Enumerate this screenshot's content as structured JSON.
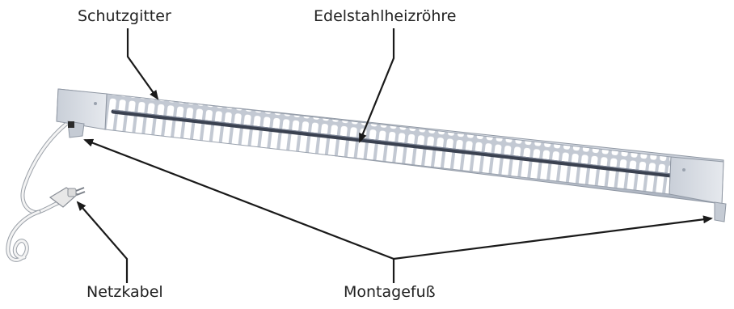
{
  "labels": {
    "schutzgitter": "Schutzgitter",
    "edelstahlheizroehre": "Edelstahlheizröhre",
    "netzkabel": "Netzkabel",
    "montagefuss": "Montagefuß"
  },
  "colors": {
    "line": "#1a1a1a",
    "housing": "#d9dee6",
    "housing_shadow": "#a9b1bd",
    "grille_slot": "#ffffff",
    "heating_tube": "#3d4452",
    "cable": "#f2f2f2",
    "plug": "#ececec"
  }
}
